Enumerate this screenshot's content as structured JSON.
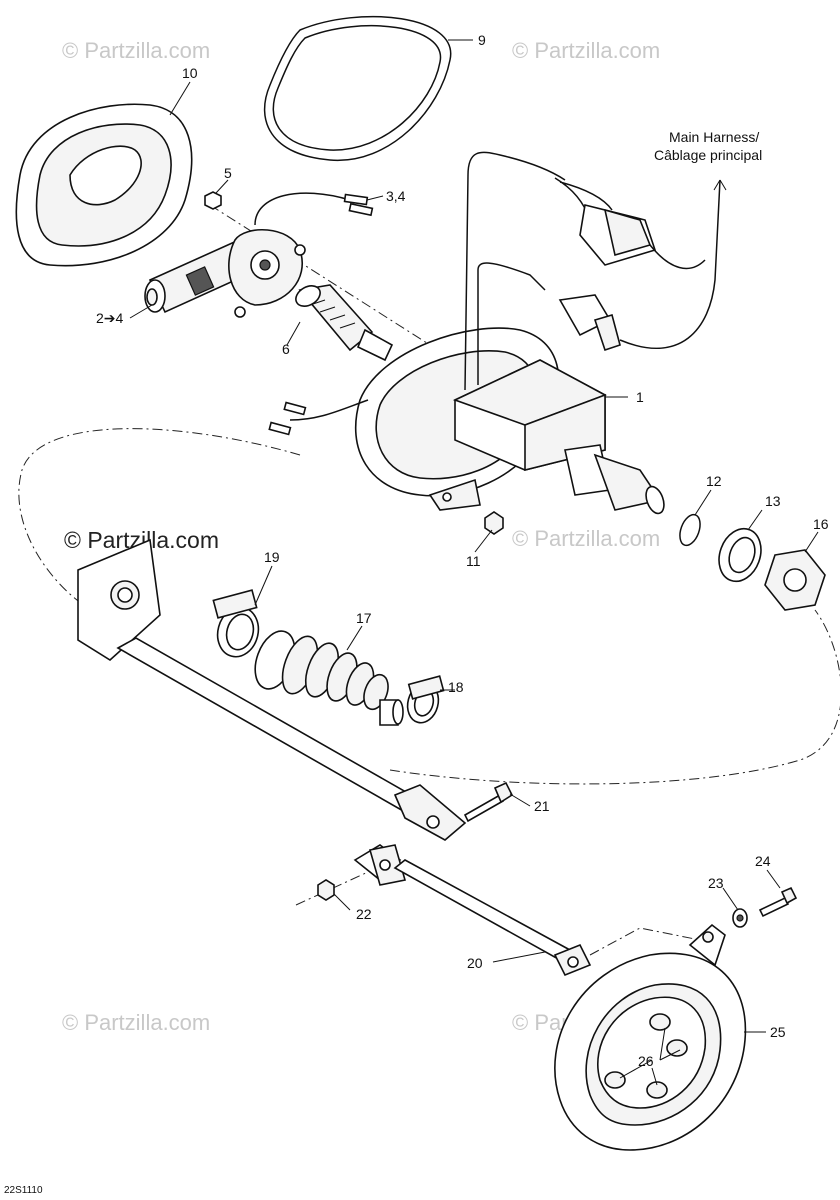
{
  "watermark": "© Partzilla.com",
  "watermark_main": "© Partzilla.com",
  "diagram_code": "22S1110",
  "callouts": {
    "c1": "1",
    "c2_4": "2➔4",
    "c3_4": "3,4",
    "c5": "5",
    "c6": "6",
    "c9": "9",
    "c10": "10",
    "c11": "11",
    "c12": "12",
    "c13": "13",
    "c16": "16",
    "c17": "17",
    "c18": "18",
    "c19": "19",
    "c20": "20",
    "c21": "21",
    "c22": "22",
    "c23": "23",
    "c24": "24",
    "c25": "25",
    "c26": "26"
  },
  "harness_label": {
    "line1": "Main Harness/",
    "line2": "Câblage principal"
  }
}
